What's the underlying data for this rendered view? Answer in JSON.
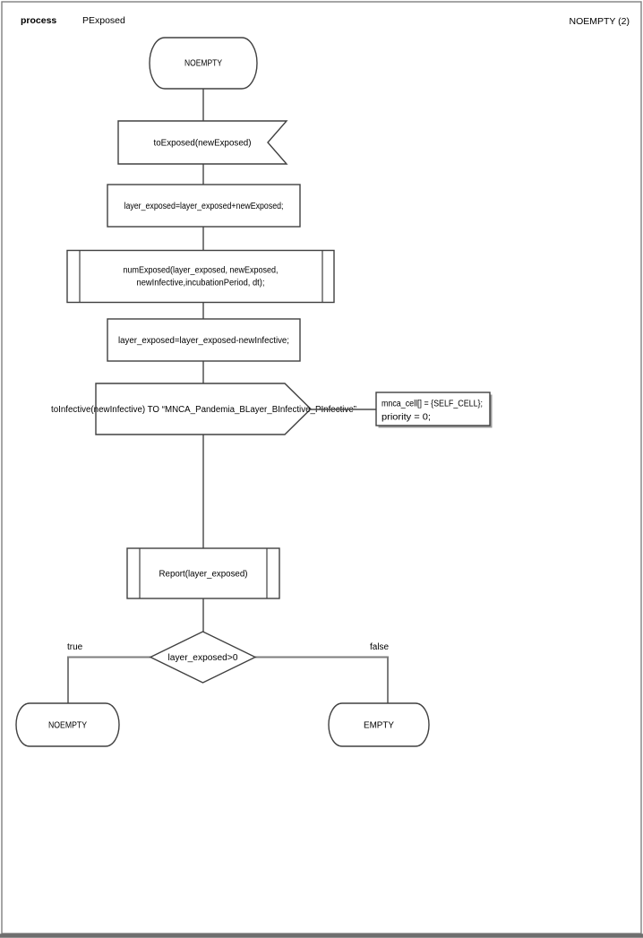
{
  "header": {
    "kind": "process",
    "name": "PExposed",
    "page_ref": "NOEMPTY (2)"
  },
  "flow": {
    "start_state": {
      "label": "NOEMPTY"
    },
    "receive_signal": {
      "label": "toExposed(newExposed)"
    },
    "task_add": {
      "label": "layer_exposed=layer_exposed+newExposed;"
    },
    "call_numexposed": {
      "line1": "numExposed(layer_exposed, newExposed,",
      "line2": "newInfective,incubationPeriod, dt);"
    },
    "task_sub": {
      "label": "layer_exposed=layer_exposed-newInfective;"
    },
    "send_signal": {
      "label": "toInfective(newInfective) TO “MNCA_Pandemia_BLayer_BInfective_PInfective”"
    },
    "comment": {
      "line1": "mnca_cell[] = {SELF_CELL};",
      "line2": "priority = 0;"
    },
    "call_report": {
      "label": "Report(layer_exposed)"
    },
    "decision": {
      "label": "layer_exposed>0",
      "true_label": "true",
      "false_label": "false"
    },
    "next_state_true": {
      "label": "NOEMPTY"
    },
    "next_state_false": {
      "label": "EMPTY"
    }
  },
  "colors": {
    "shape_stroke": "#404040",
    "connector": "#7d7d7d",
    "page_border": "#7f7f7f",
    "background": "#ffffff"
  }
}
